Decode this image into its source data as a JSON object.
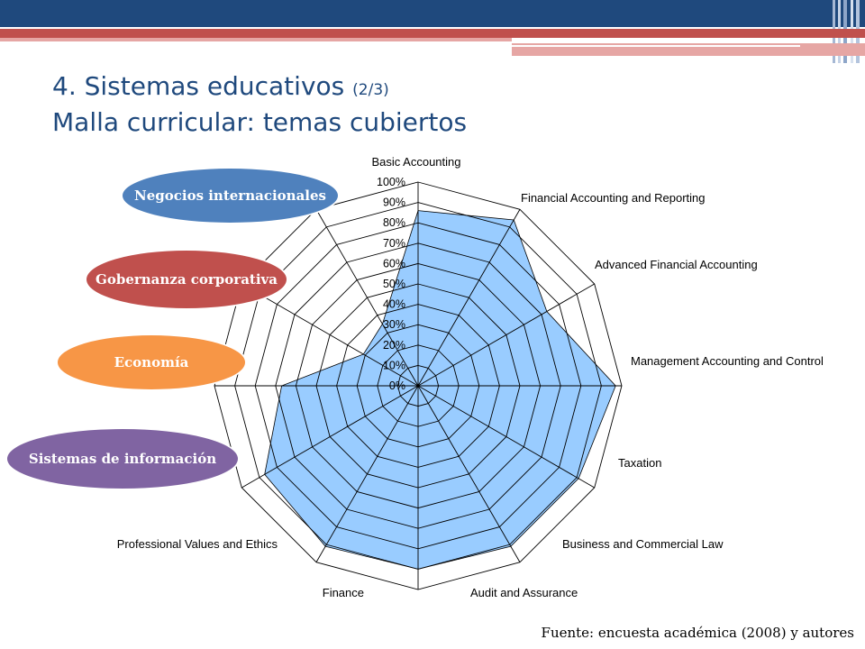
{
  "slide": {
    "title_main": "4. Sistemas educativos",
    "title_part": "(2/3)",
    "subtitle": "Malla curricular: temas cubiertos",
    "source": "Fuente: encuesta académica (2008) y autores"
  },
  "pills": [
    {
      "label": "Negocios internacionales",
      "color": "#4f81bd"
    },
    {
      "label": "Gobernanza corporativa",
      "color": "#c0504d"
    },
    {
      "label": "Economía",
      "color": "#f79646"
    },
    {
      "label": "Sistemas de información",
      "color": "#8064a2"
    }
  ],
  "chart_data": {
    "type": "radar",
    "categories": [
      "Basic Accounting",
      "Financial Accounting and Reporting",
      "Advanced Financial Accounting",
      "Management Accounting and Control",
      "Taxation",
      "Business and Commercial Law",
      "Audit and Assurance",
      "Finance",
      "Professional Values and Ethics",
      "Economía",
      "Gobernanza corporativa",
      "Negocios internacionales"
    ],
    "values": [
      0.86,
      0.94,
      0.73,
      0.97,
      0.91,
      0.91,
      0.9,
      0.91,
      0.87,
      0.67,
      0.31,
      0.35
    ],
    "tick_labels": [
      "0%",
      "10%",
      "20%",
      "30%",
      "40%",
      "50%",
      "60%",
      "70%",
      "80%",
      "90%",
      "100%"
    ],
    "ylim": [
      0,
      1
    ],
    "fill_color": "#99ccff",
    "stroke_color": "#000000"
  }
}
